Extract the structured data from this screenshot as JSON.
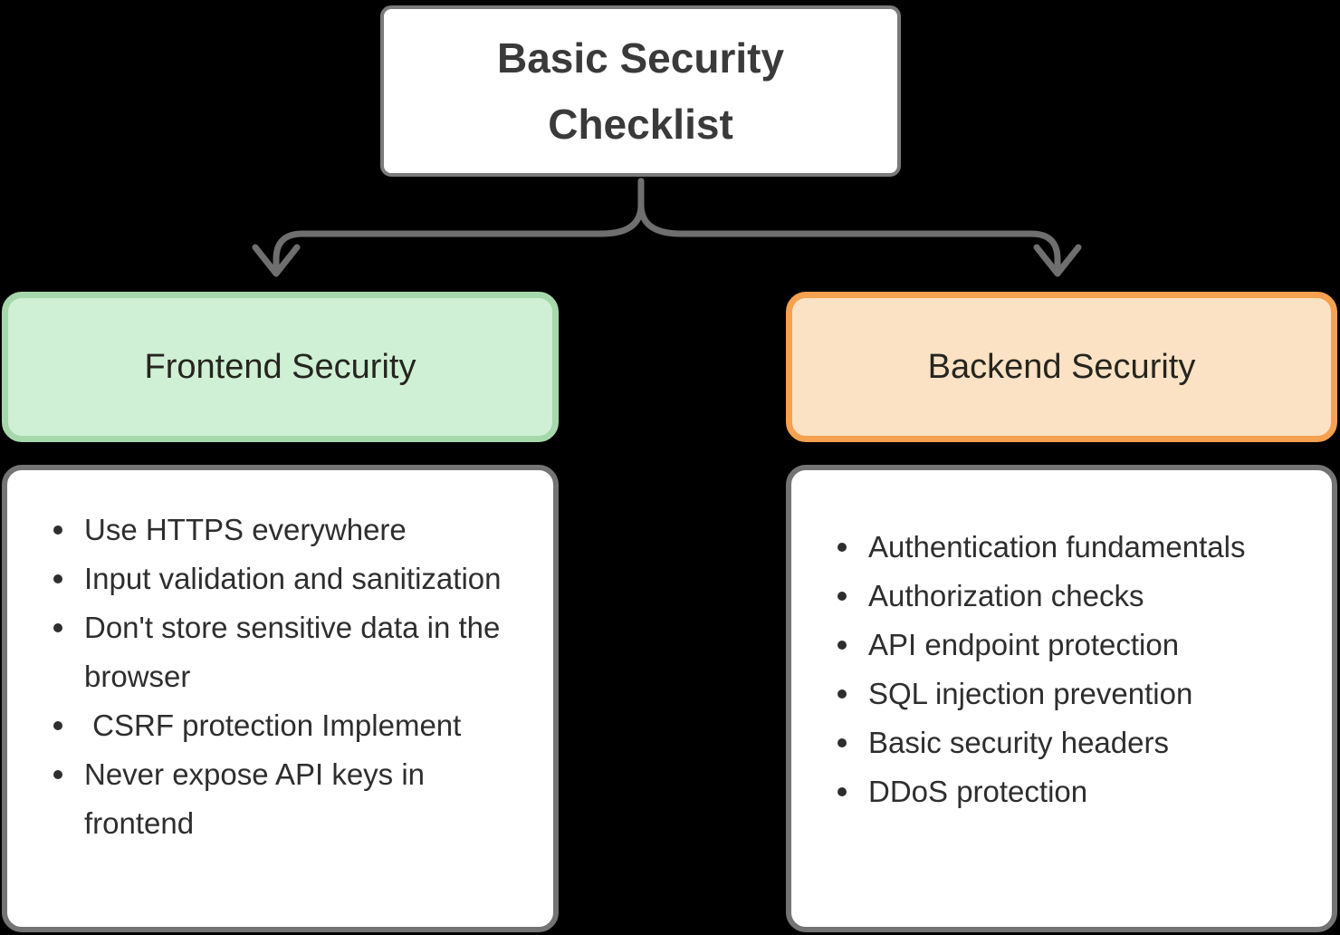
{
  "diagram": {
    "title": {
      "text": "Basic Security Checklist",
      "line1": "Basic Security",
      "line2": "Checklist"
    },
    "connector": {
      "color": "#6f6f6f"
    },
    "branches": [
      {
        "id": "frontend",
        "header": "Frontend Security",
        "colors": {
          "fill": "#cff0d4",
          "border": "#a6d8ac"
        },
        "items": [
          "Use HTTPS everywhere",
          "Input validation and sanitization",
          "Don't store sensitive data in the browser",
          " CSRF protection Implement",
          "Never expose API keys in frontend"
        ]
      },
      {
        "id": "backend",
        "header": "Backend Security",
        "colors": {
          "fill": "#fbe2c4",
          "border": "#f5a14f"
        },
        "items": [
          "Authentication fundamentals",
          "Authorization checks",
          "API endpoint protection",
          "SQL injection prevention",
          "Basic security headers",
          "DDoS protection"
        ]
      }
    ]
  }
}
